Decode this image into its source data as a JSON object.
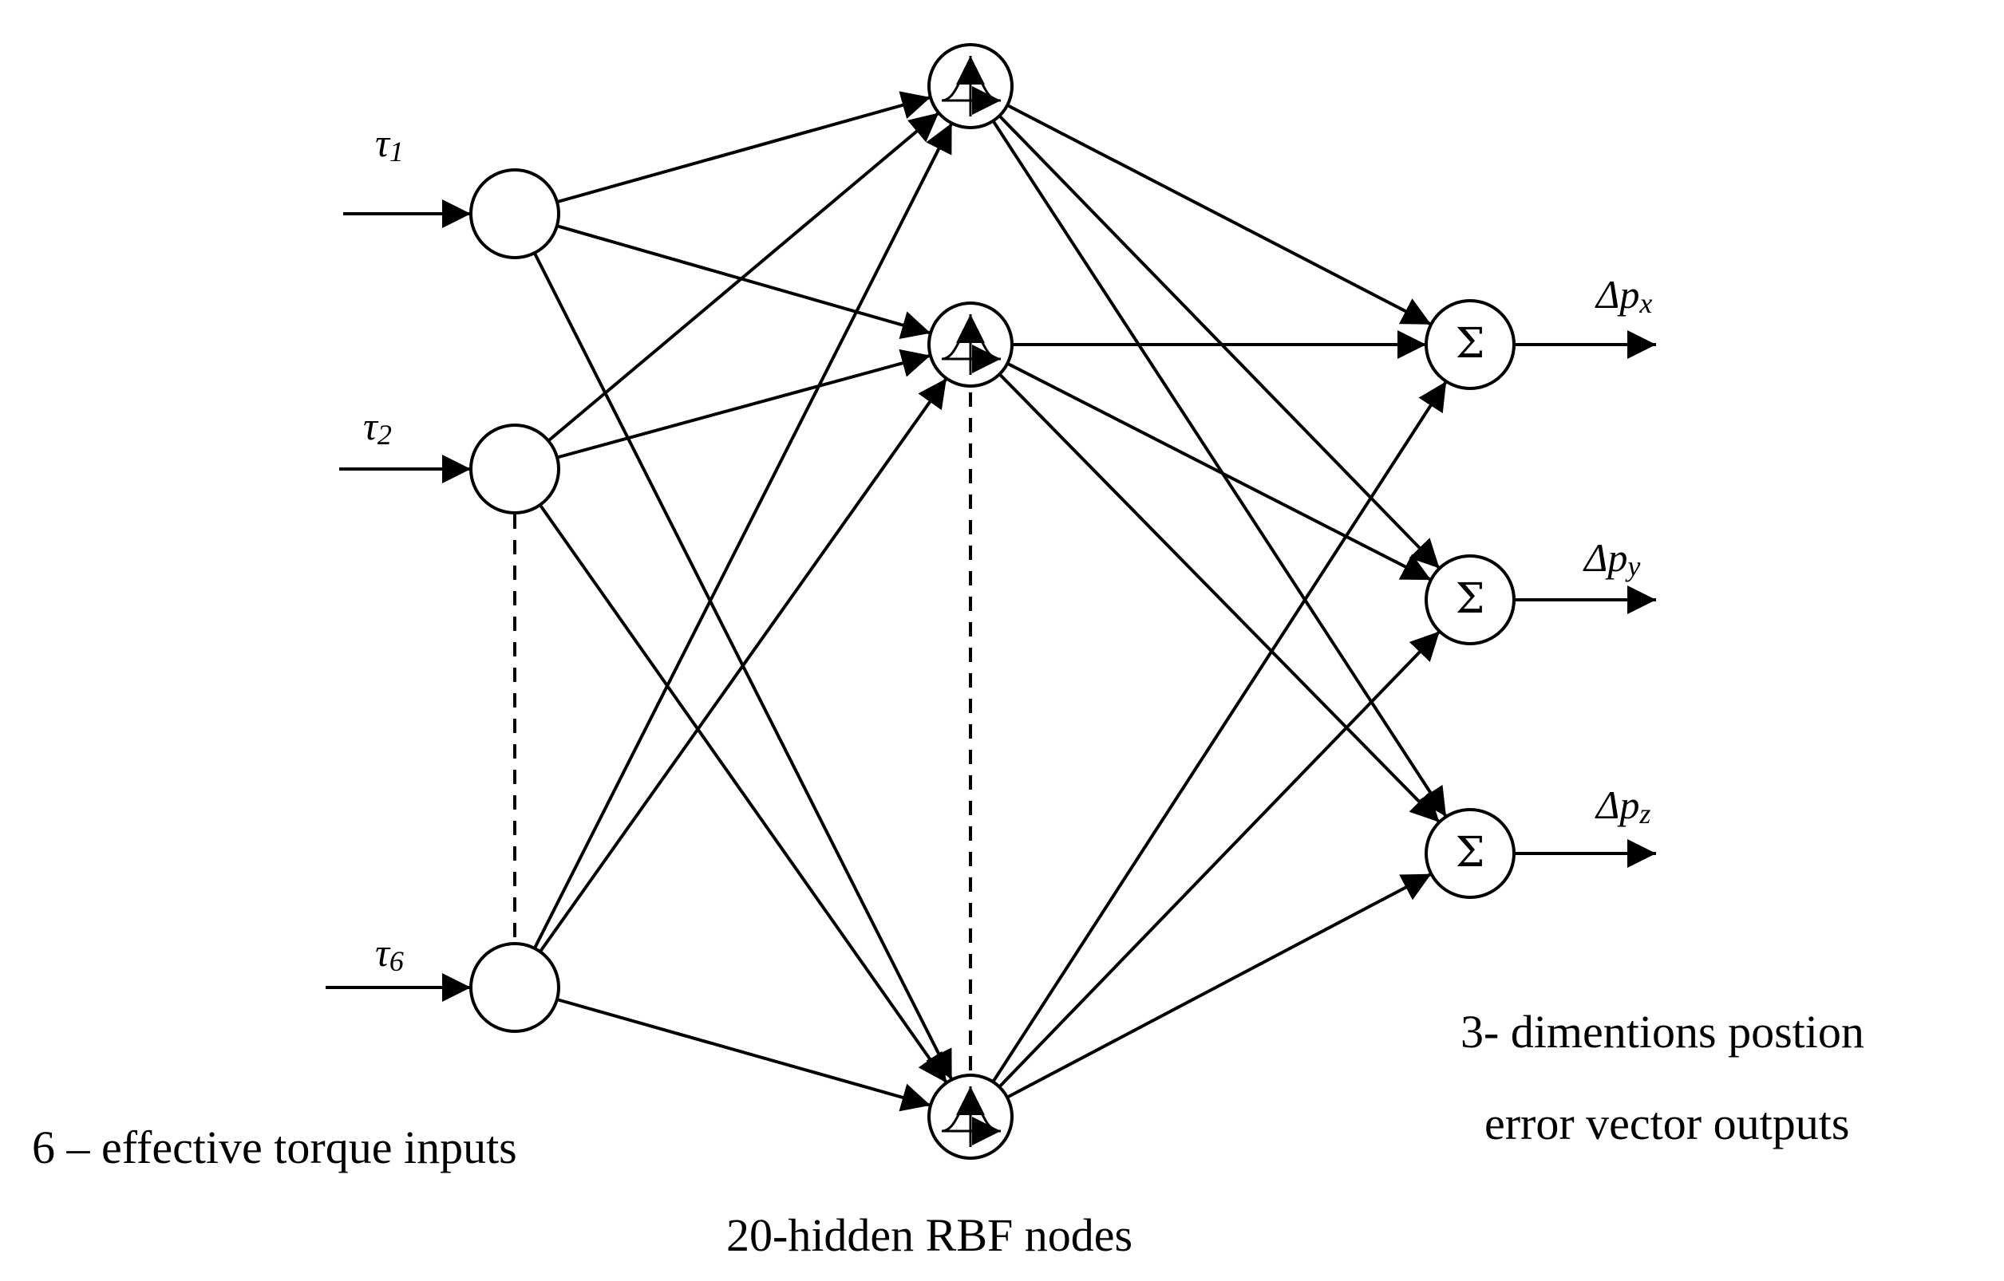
{
  "inputs": [
    {
      "symbol": "τ",
      "subscript": "1"
    },
    {
      "symbol": "τ",
      "subscript": "2"
    },
    {
      "symbol": "τ",
      "subscript": "6"
    }
  ],
  "outputs": [
    {
      "symbol": "Δp",
      "subscript": "x",
      "node_symbol": "Σ"
    },
    {
      "symbol": "Δp",
      "subscript": "y",
      "node_symbol": "Σ"
    },
    {
      "symbol": "Δp",
      "subscript": "z",
      "node_symbol": "Σ"
    }
  ],
  "captions": {
    "input_layer": "6 – effective torque inputs",
    "hidden_layer": "20-hidden RBF nodes",
    "output_layer_line1": "3- dimentions postion",
    "output_layer_line2": "error vector outputs"
  },
  "colors": {
    "stroke": "#000000",
    "background": "#ffffff"
  },
  "icons": {
    "hidden_node": "gaussian-rbf-icon",
    "output_node": "sigma-sum-icon"
  }
}
